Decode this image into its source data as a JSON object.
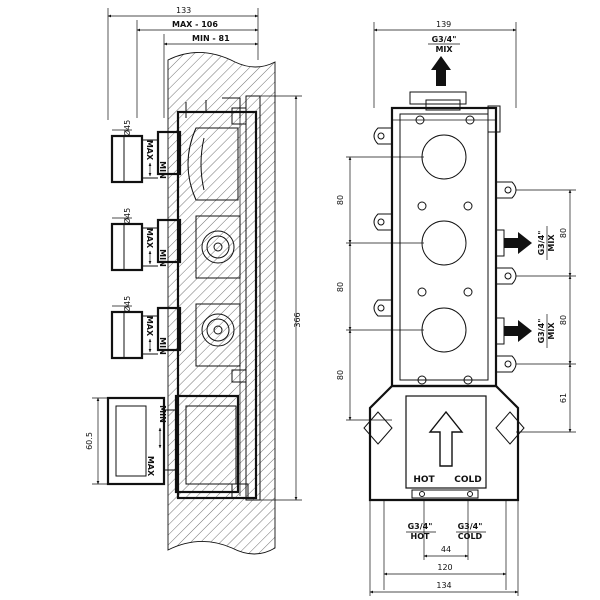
{
  "side_view": {
    "overall_width": "133",
    "max_depth": "MAX - 106",
    "min_depth": "MIN - 81",
    "height": "366",
    "outlet_diameter": "Ø45",
    "bottom_height": "60.5",
    "max_label": "MAX",
    "min_label": "MIN"
  },
  "front_view": {
    "top_width": "139",
    "top_outlet_thread": "G3/4\"",
    "top_outlet_label": "MIX",
    "spacing": "80",
    "side_outlet_thread": "G3/4\"",
    "side_outlet_label": "MIX",
    "right_spacing": "80",
    "right_bottom": "61",
    "hot_label": "HOT",
    "cold_label": "COLD",
    "inlet_thread": "G3/4\"",
    "inlet_spacing": "44",
    "inner_width": "120",
    "overall_width": "134"
  }
}
